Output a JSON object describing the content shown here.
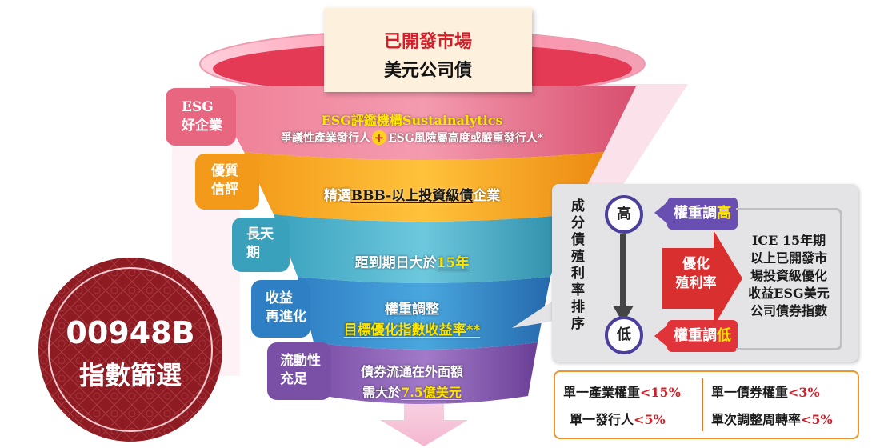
{
  "header": {
    "line1": "已開發市場",
    "line2": "美元公司債"
  },
  "tabs": {
    "esg": [
      "ESG",
      "好企業"
    ],
    "quality": [
      "優質",
      "信評"
    ],
    "duration": [
      "長天",
      "期"
    ],
    "yield": [
      "收益",
      "再進化"
    ],
    "liquidity": [
      "流動性",
      "充足"
    ]
  },
  "levels": {
    "l1_line1": "ESG評鑑機構Sustainalytics",
    "l1_line2a": "爭議性產業發行人",
    "l1_plus": "+",
    "l1_line2b": "ESG風險屬高度或嚴重發行人*",
    "l2_pre": "精選",
    "l2_u": "BBB-以上投資級債",
    "l2_post": "企業",
    "l3_pre": "距到期日大於",
    "l3_u": "15年",
    "l4_line1": "權重調整",
    "l4_u": "目標優化指數收益率**",
    "l5_line1": "債券流通在外面額",
    "l5_pre": "需大於",
    "l5_u": "7.5億美元"
  },
  "panel": {
    "vertical_label": "成分債殖利率排序",
    "high": "高",
    "low": "低",
    "weight_up_pre": "權重調",
    "weight_up_hl": "高",
    "weight_down_pre": "權重調",
    "weight_down_hl": "低",
    "optimize": [
      "優化",
      "殖利率"
    ],
    "index_name": [
      "ICE 15年期",
      "以上已開發市",
      "場投資級優化",
      "收益ESG美元",
      "公司債券指數"
    ]
  },
  "rules": {
    "r1a": "單一產業權重",
    "r1b": "<15%",
    "r2a": "單一債券權重",
    "r2b": "<3%",
    "r3a": "單一發行人",
    "r3b": "<5%",
    "r4a": "單次調整周轉率",
    "r4b": "<5%"
  },
  "badge": {
    "code": "00948B",
    "label": "指數篩選"
  },
  "colors": {
    "pink": "#e8667f",
    "orange": "#f39a1a",
    "teal": "#3aa1bd",
    "blue": "#2f7fc4",
    "purple": "#7a4fa6",
    "panel_red": "#d92f2f",
    "badge_red": "#8e1a22"
  }
}
